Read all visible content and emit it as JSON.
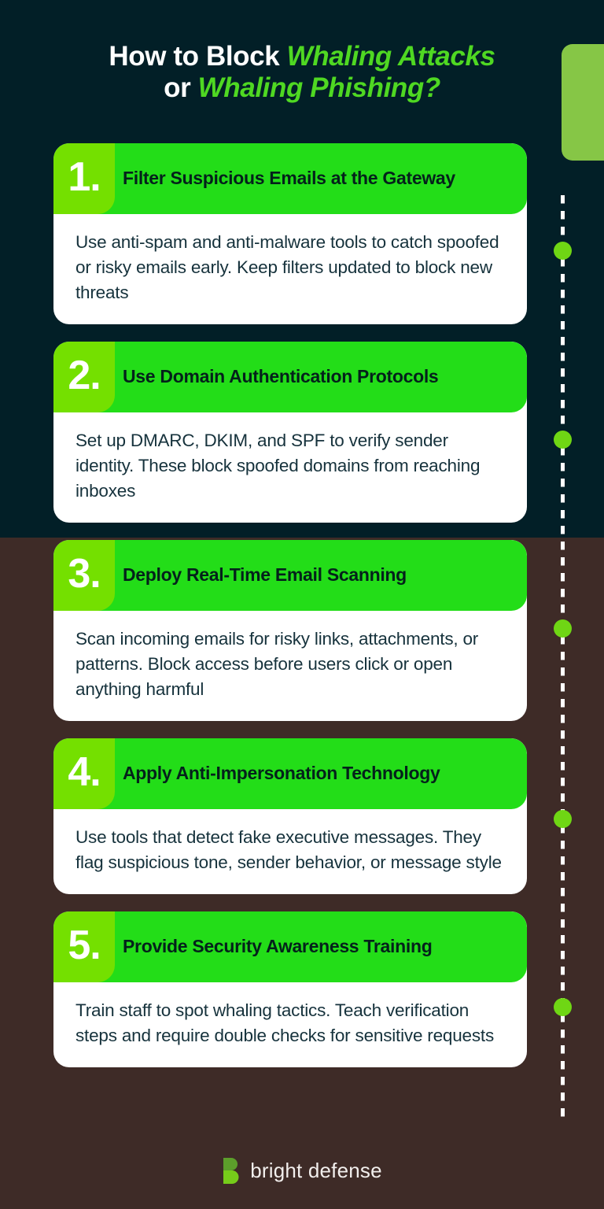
{
  "theme": {
    "bg_top": "#021f27",
    "bg_bottom": "#3e2b27",
    "accent_panel": "#86c646",
    "header_green": "#23dd18",
    "badge_green": "#74e000",
    "title_green": "#4fd822",
    "dot_green": "#6fd614",
    "card_bg": "#ffffff",
    "body_text": "#16323c"
  },
  "header": {
    "line1_plain": "How to Block ",
    "line1_highlight": "Whaling Attacks",
    "line2_plain": "or ",
    "line2_highlight": "Whaling Phishing?"
  },
  "cards": [
    {
      "number": "1.",
      "title": "Filter Suspicious Emails at the Gateway",
      "body": "Use anti-spam and anti-malware tools to catch spoofed or risky emails early. Keep filters updated to block new threats"
    },
    {
      "number": "2.",
      "title": "Use Domain Authentication Protocols",
      "body": "Set up DMARC, DKIM, and SPF to verify sender identity. These block spoofed domains from reaching inboxes"
    },
    {
      "number": "3.",
      "title": "Deploy Real-Time Email Scanning",
      "body": "Scan incoming emails for risky links, attachments, or patterns. Block access before users click or open anything harmful"
    },
    {
      "number": "4.",
      "title": "Apply Anti-Impersonation Technology",
      "body": "Use tools that detect fake executive messages. They flag suspicious tone, sender behavior, or message style"
    },
    {
      "number": "5.",
      "title": "Provide Security Awareness Training",
      "body": "Train staff to spot whaling tactics. Teach verification steps and require double checks for sensitive requests"
    }
  ],
  "timeline": {
    "dot_offsets": [
      70,
      310,
      550,
      792,
      1031
    ]
  },
  "footer": {
    "brand": "bright defense",
    "logo_icon": "bright-defense-logo-icon"
  }
}
